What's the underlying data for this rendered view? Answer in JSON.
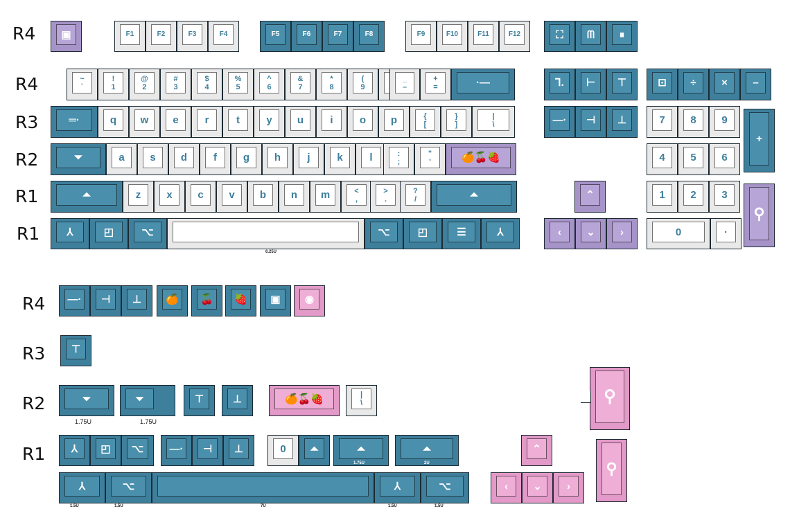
{
  "row_labels": [
    "R4",
    "R4",
    "R3",
    "R2",
    "R1",
    "R1",
    "R4",
    "R3",
    "R2",
    "R1"
  ],
  "icons": {
    "esc": "▣",
    "print": "⛶",
    "scroll": "ᗰ",
    "pause": "⏸",
    "backspace": "·—",
    "tab": "═·",
    "caps": "⏷",
    "shift": "⏶",
    "enter_fruit": "🍊🍒🍓",
    "ctrl": "⅄",
    "win": "◰",
    "alt": "⌥",
    "menu": "☰",
    "insert": "⅂.",
    "home": "⊢",
    "pgup": "⊤",
    "delete": "—·",
    "end": "⊣",
    "pgdn": "⊥",
    "numlock": "⊡",
    "up": "⌃",
    "left": "‹",
    "down": "⌄",
    "right": "›",
    "spoon": "⚲",
    "orange": "🍊",
    "cherry": "🍒",
    "strawberry": "🍓",
    "jar": "▣",
    "donut": "◉"
  },
  "fkeys": [
    "F1",
    "F2",
    "F3",
    "F4",
    "F5",
    "F6",
    "F7",
    "F8",
    "F9",
    "F10",
    "F11",
    "F12"
  ],
  "number_row": [
    {
      "top": "~",
      "bottom": "`"
    },
    {
      "top": "!",
      "bottom": "1"
    },
    {
      "top": "@",
      "bottom": "2"
    },
    {
      "top": "#",
      "bottom": "3"
    },
    {
      "top": "$",
      "bottom": "4"
    },
    {
      "top": "%",
      "bottom": "5"
    },
    {
      "top": "^",
      "bottom": "6"
    },
    {
      "top": "&",
      "bottom": "7"
    },
    {
      "top": "*",
      "bottom": "8"
    },
    {
      "top": "(",
      "bottom": "9"
    },
    {
      "top": ")",
      "bottom": "0"
    },
    {
      "top": "_",
      "bottom": "–"
    },
    {
      "top": "+",
      "bottom": "="
    }
  ],
  "qwerty_row": [
    "q",
    "w",
    "e",
    "r",
    "t",
    "y",
    "u",
    "i",
    "o",
    "p"
  ],
  "qwerty_extra": [
    {
      "top": "{",
      "bottom": "["
    },
    {
      "top": "}",
      "bottom": "]"
    },
    {
      "top": "|",
      "bottom": "\\"
    }
  ],
  "home_row": [
    "a",
    "s",
    "d",
    "f",
    "g",
    "h",
    "j",
    "k",
    "l"
  ],
  "home_extra": [
    {
      "top": ":",
      "bottom": ";"
    },
    {
      "top": "\"",
      "bottom": "'"
    }
  ],
  "bottom_row": [
    "z",
    "x",
    "c",
    "v",
    "b",
    "n",
    "m"
  ],
  "bottom_extra": [
    {
      "top": "<",
      "bottom": ","
    },
    {
      "top": ">",
      "bottom": "."
    },
    {
      "top": "?",
      "bottom": "/"
    }
  ],
  "numpad": {
    "divide": "÷",
    "multiply": "×",
    "minus": "–",
    "plus": "+",
    "n7": "7",
    "n8": "8",
    "n9": "9",
    "n4": "4",
    "n5": "5",
    "n6": "6",
    "n1": "1",
    "n2": "2",
    "n3": "3",
    "n0": "0",
    "dot": "·"
  },
  "bottom_keys": {
    "r3_blank_top": "|",
    "r3_blank_bottom": "\\",
    "zero": "0"
  },
  "size_labels": {
    "space_625": "6.25U",
    "caps_175a": "1.75U",
    "caps_175b": "1.75U",
    "shift_175": "1.75U",
    "shift_2u": "2U",
    "ctrl_15": "1.5U",
    "alt_15": "1.5U",
    "space_7": "7U",
    "ctrl2_15": "1.5U",
    "alt2_15": "1.5U"
  },
  "colors": {
    "teal": "#3e7f9c",
    "white": "#ffffff",
    "lilac": "#b6a5d6",
    "pink": "#efaed6"
  }
}
